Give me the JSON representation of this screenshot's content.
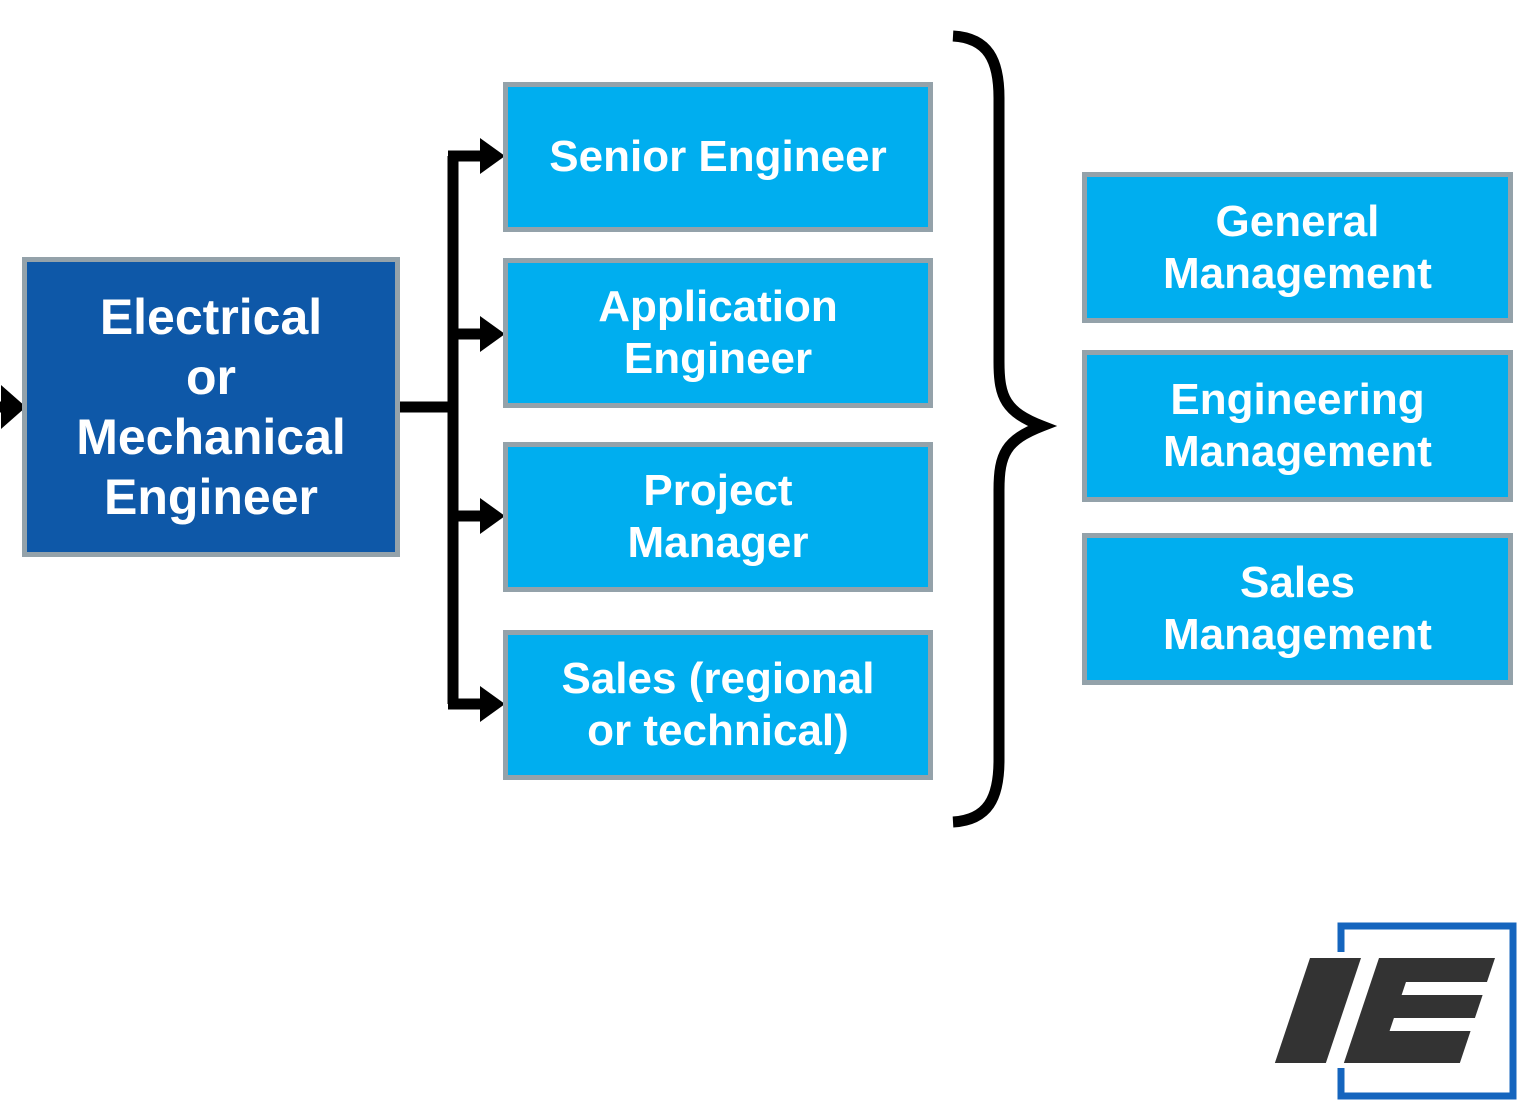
{
  "diagram": {
    "source_box": {
      "label": "Electrical\nor\nMechanical\nEngineer"
    },
    "career_paths": [
      {
        "label": "Senior Engineer"
      },
      {
        "label": "Application\nEngineer"
      },
      {
        "label": "Project\nManager"
      },
      {
        "label": "Sales (regional\nor technical)"
      }
    ],
    "management_paths": [
      {
        "label": "General\nManagement"
      },
      {
        "label": "Engineering\nManagement"
      },
      {
        "label": "Sales\nManagement"
      }
    ],
    "logo": {
      "text": "IE"
    },
    "colors": {
      "source_fill": "#0E58A8",
      "path_fill": "#00AEEF",
      "box_border": "#94A2AA",
      "connector": "#000000",
      "logo_letters": "#333333",
      "logo_frame": "#1565BE"
    }
  }
}
